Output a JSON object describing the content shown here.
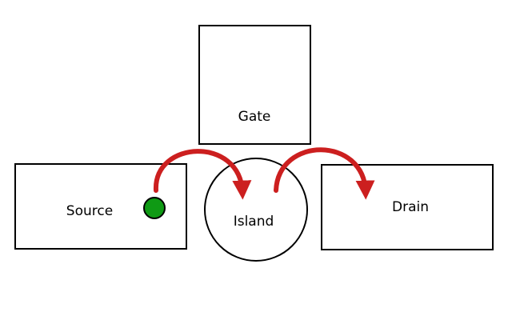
{
  "diagram": {
    "nodes": {
      "gate": {
        "label": "Gate",
        "shape": "rectangle"
      },
      "source": {
        "label": "Source",
        "shape": "rectangle"
      },
      "island": {
        "label": "Island",
        "shape": "circle"
      },
      "drain": {
        "label": "Drain",
        "shape": "rectangle"
      }
    },
    "edges": [
      {
        "from": "source",
        "to": "island",
        "style": "curved-arrow"
      },
      {
        "from": "island",
        "to": "drain",
        "style": "curved-arrow"
      }
    ],
    "electron": {
      "location": "source"
    }
  },
  "colors": {
    "arrow": "#cc1f1f",
    "electron_fill": "#0f9a14",
    "electron_stroke": "#000000",
    "outline": "#000000",
    "background": "#ffffff"
  }
}
